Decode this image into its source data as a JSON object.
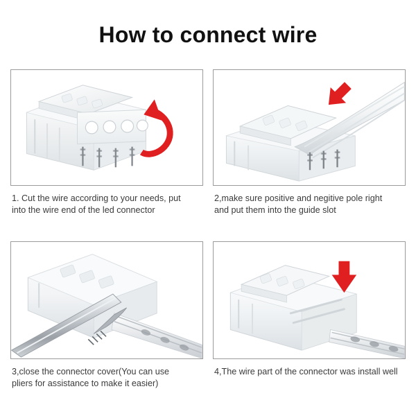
{
  "header": {
    "title": "How to connect wire"
  },
  "colors": {
    "arrow_red": "#e02020",
    "arrow_red_dark": "#c01414",
    "panel_border": "#9a9a9a",
    "caption_text": "#3a3a3a",
    "title_text": "#111111",
    "background": "#ffffff",
    "connector_plastic": "#f2f4f5",
    "metal_pin": "#8d9196",
    "wire_white": "#eceff1"
  },
  "steps": [
    {
      "number": "1",
      "caption": "1. Cut the wire according to your needs, put\ninto the wire end of the led connector",
      "image_alt": "led-connector-open-lid",
      "arrow": "curved-hook-arrow"
    },
    {
      "number": "2",
      "caption": "2,make sure positive and negitive pole right\nand put them into the guide slot",
      "image_alt": "wires-inserted-into-connector",
      "arrow": "diagonal-down-left-arrow"
    },
    {
      "number": "3",
      "caption": "3,close the connector cover(You can use\npliers for assistance to make it easier)",
      "image_alt": "pliers-closing-connector-cover",
      "arrow": "none"
    },
    {
      "number": "4",
      "caption": "4,The wire part of the connector was install well",
      "image_alt": "connector-with-wires-installed",
      "arrow": "down-arrow"
    }
  ]
}
